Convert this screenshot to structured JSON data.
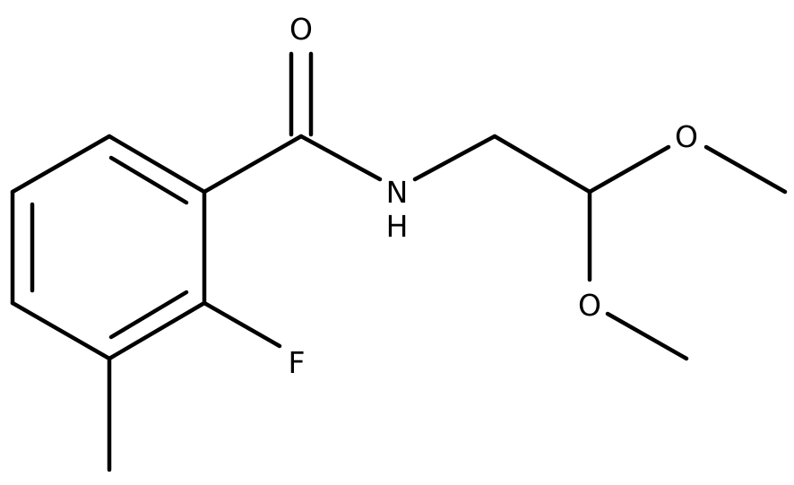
{
  "molecule": {
    "atoms": {
      "O_carbonyl": "O",
      "N_amide": "N",
      "H_amide": "H",
      "F": "F",
      "O_methoxy_1": "O",
      "O_methoxy_2": "O"
    }
  }
}
